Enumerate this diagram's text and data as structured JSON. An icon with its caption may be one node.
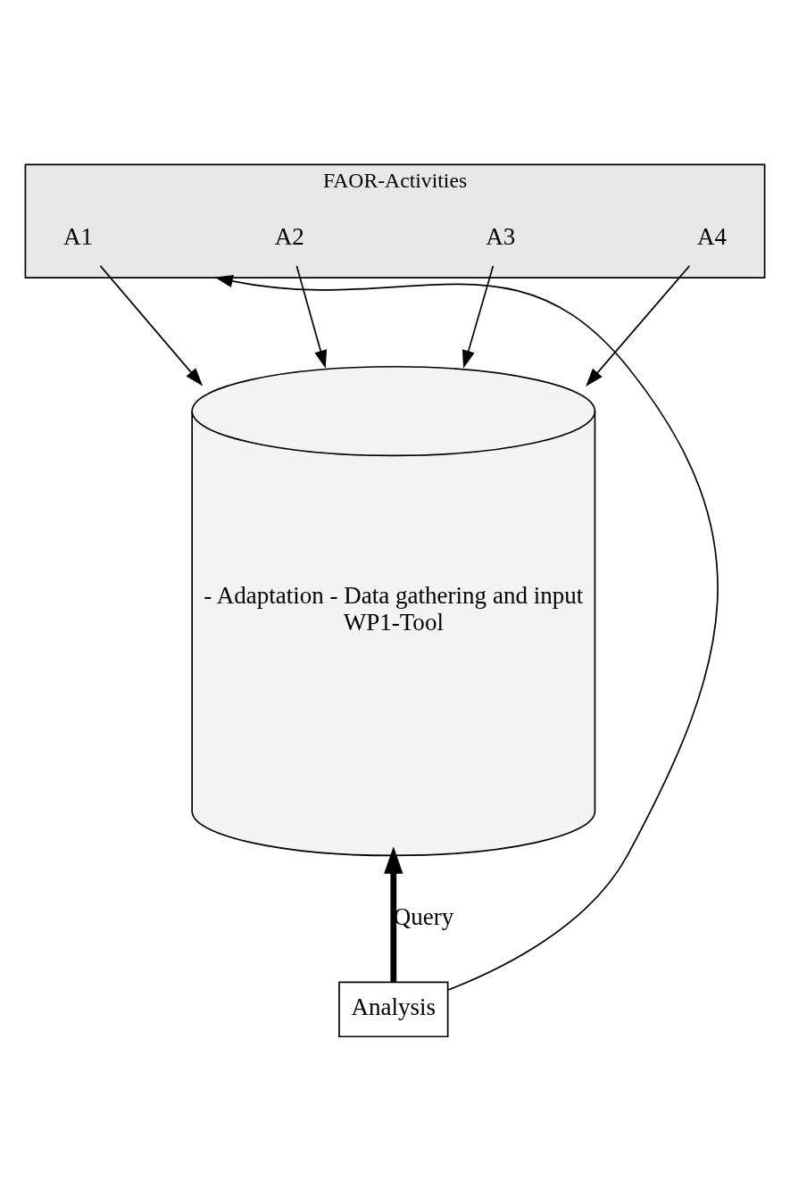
{
  "diagram": {
    "nodes": [
      {
        "text": [
          "FAOR-Activities"
        ]
      },
      {
        "text": [
          "A1"
        ],
        "in": 0
      },
      {
        "text": [
          "A2"
        ],
        "in": 0
      },
      {
        "text": [
          "A3"
        ],
        "in": 0
      },
      {
        "text": [
          "A4"
        ],
        "in": 0
      },
      {
        "text": [
          "- Adaptation - Data gathering and input",
          "WP1-Tool"
        ]
      },
      {
        "text": [
          "Analysis"
        ]
      }
    ],
    "edges": [
      {
        "from": 1,
        "to": 5,
        "arrow": "to"
      },
      {
        "from": 2,
        "to": 5,
        "arrow": "to"
      },
      {
        "from": 3,
        "to": 5,
        "arrow": "to"
      },
      {
        "from": 4,
        "to": 5,
        "arrow": "to"
      },
      {
        "from": 6,
        "to": 5,
        "arrow": "to",
        "label": "Query",
        "style": "thick"
      },
      {
        "from": 6,
        "to": 0,
        "arrow": "to"
      }
    ]
  }
}
